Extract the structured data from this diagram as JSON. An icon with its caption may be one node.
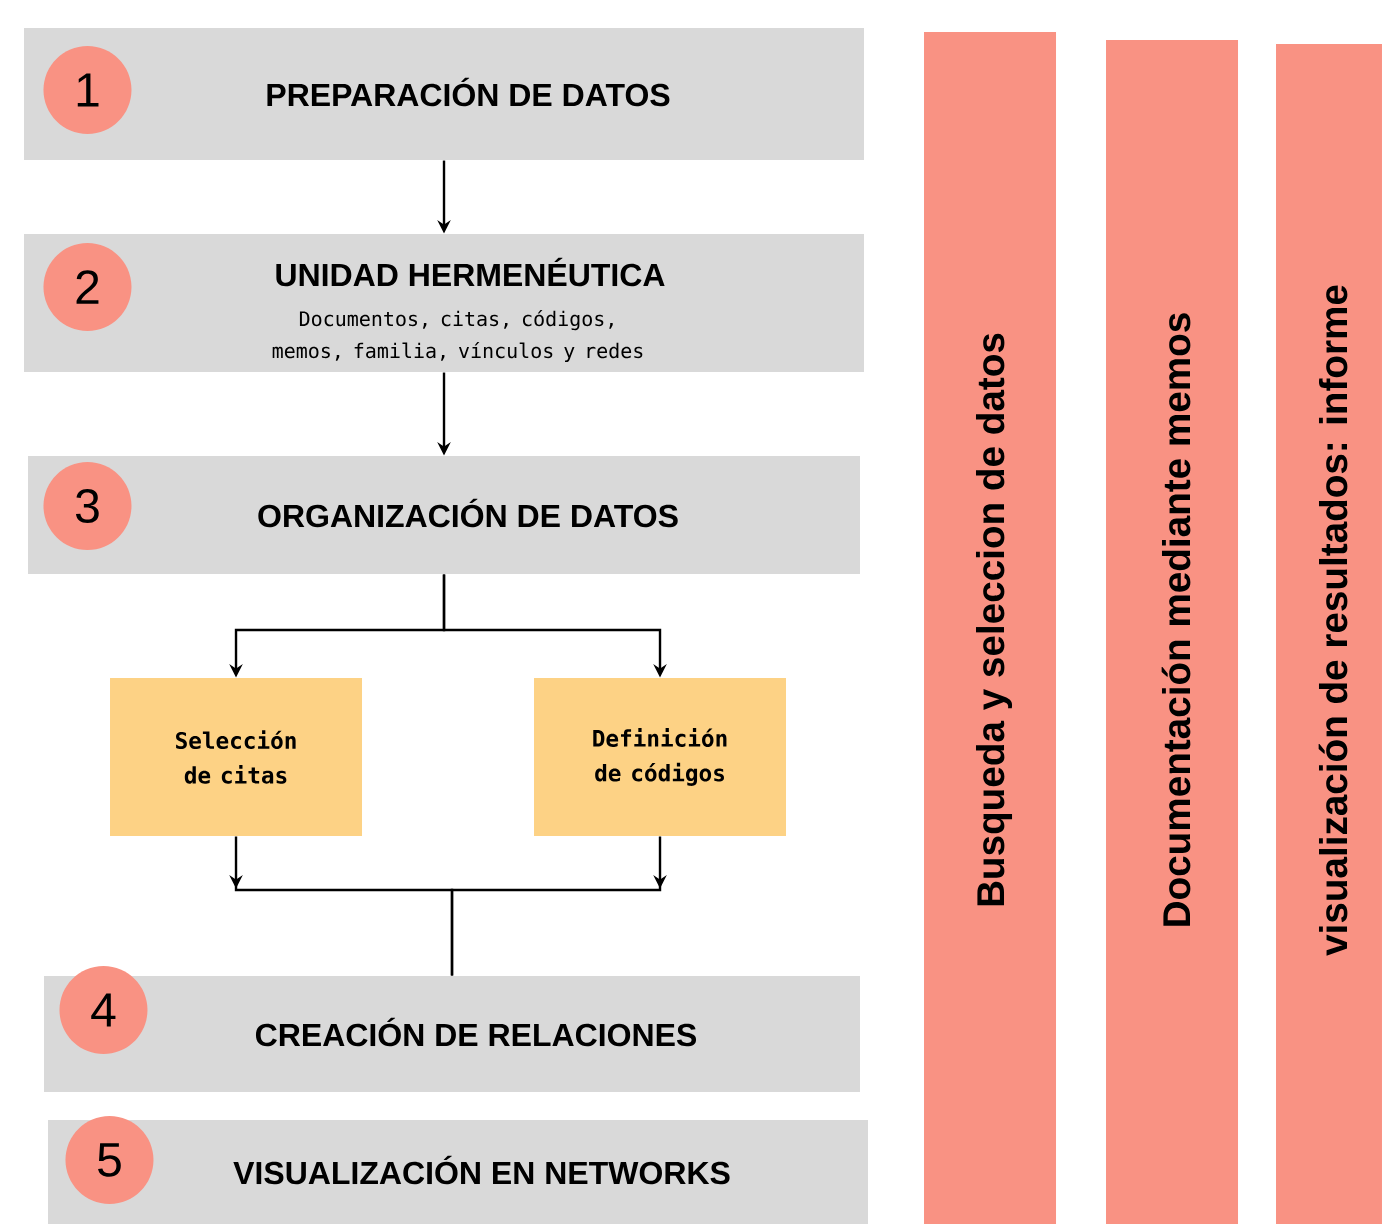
{
  "diagram": {
    "nodes": [
      {
        "text": [
          "PREPARACIÓN DE DATOS"
        ]
      },
      {
        "text": [
          "1"
        ],
        "in": 0
      },
      {
        "text": [
          "UNIDAD HERMENÉUTICA",
          "Documentos, citas, códigos, memos, familia, vínculos y redes"
        ]
      },
      {
        "text": [
          "2"
        ],
        "in": 2
      },
      {
        "text": [
          "ORGANIZACIÓN DE DATOS"
        ]
      },
      {
        "text": [
          "3"
        ],
        "in": 4
      },
      {
        "text": [
          "Selección de citas"
        ]
      },
      {
        "text": [
          "Definición de códigos"
        ]
      },
      {
        "text": [
          "CREACIÓN DE RELACIONES"
        ]
      },
      {
        "text": [
          "4"
        ],
        "in": 8
      },
      {
        "text": [
          "VISUALIZACIÓN EN NETWORKS"
        ]
      },
      {
        "text": [
          "5"
        ],
        "in": 10
      },
      {
        "text": [
          "Busqueda y seleccion de datos"
        ]
      },
      {
        "text": [
          "Documentación mediante memos"
        ]
      },
      {
        "text": [
          "visualización de resultados: informe"
        ]
      }
    ],
    "edges": [
      {
        "from": 0,
        "to": 2,
        "arrow": "to"
      },
      {
        "from": 2,
        "to": 4,
        "arrow": "to"
      },
      {
        "from": 4,
        "to": 6,
        "arrow": "to"
      },
      {
        "from": 4,
        "to": 7,
        "arrow": "to"
      },
      {
        "from": 6,
        "to": 8,
        "arrow": "to"
      },
      {
        "from": 7,
        "to": 8,
        "arrow": "to"
      }
    ]
  }
}
